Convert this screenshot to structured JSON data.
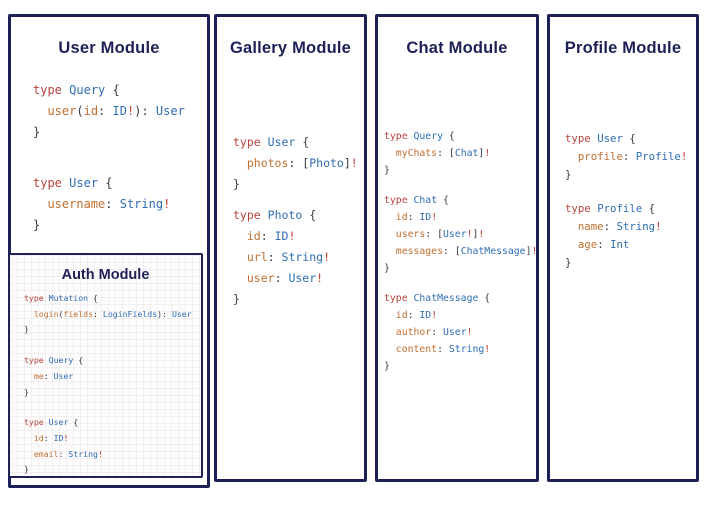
{
  "palette": {
    "navy": "#1e2156",
    "kw": "#b5443c",
    "type": "#2e6db4",
    "field": "#c16f31",
    "bang": "#c0392b",
    "punct": "#3a3a46"
  },
  "modules": [
    {
      "id": "user",
      "title": "User Module",
      "blocks": [
        [
          "type Query {",
          "  user(id: ID!): User",
          "}"
        ],
        [
          "type User {",
          "  username: String!",
          "}"
        ]
      ],
      "submodule": {
        "id": "auth",
        "title": "Auth Module",
        "blocks": [
          [
            "type Mutation {",
            "  login(fields: LoginFields): User",
            "}"
          ],
          [
            "type Query {",
            "  me: User",
            "}"
          ],
          [
            "type User {",
            "  id: ID!",
            "  email: String!",
            "}"
          ]
        ]
      }
    },
    {
      "id": "gallery",
      "title": "Gallery Module",
      "blocks": [
        [
          "type User {",
          "  photos: [Photo]!",
          "}"
        ],
        [
          "type Photo {",
          "  id: ID!",
          "  url: String!",
          "  user: User!",
          "}"
        ]
      ]
    },
    {
      "id": "chat",
      "title": "Chat Module",
      "blocks": [
        [
          "type Query {",
          "  myChats: [Chat]!",
          "}"
        ],
        [
          "type Chat {",
          "  id: ID!",
          "  users: [User!]!",
          "  messages: [ChatMessage]!",
          "}"
        ],
        [
          "type ChatMessage {",
          "  id: ID!",
          "  author: User!",
          "  content: String!",
          "}"
        ]
      ]
    },
    {
      "id": "profile",
      "title": "Profile Module",
      "blocks": [
        [
          "type User {",
          "  profile: Profile!",
          "}"
        ],
        [
          "type Profile {",
          "  name: String!",
          "  age: Int",
          "}"
        ]
      ]
    }
  ]
}
